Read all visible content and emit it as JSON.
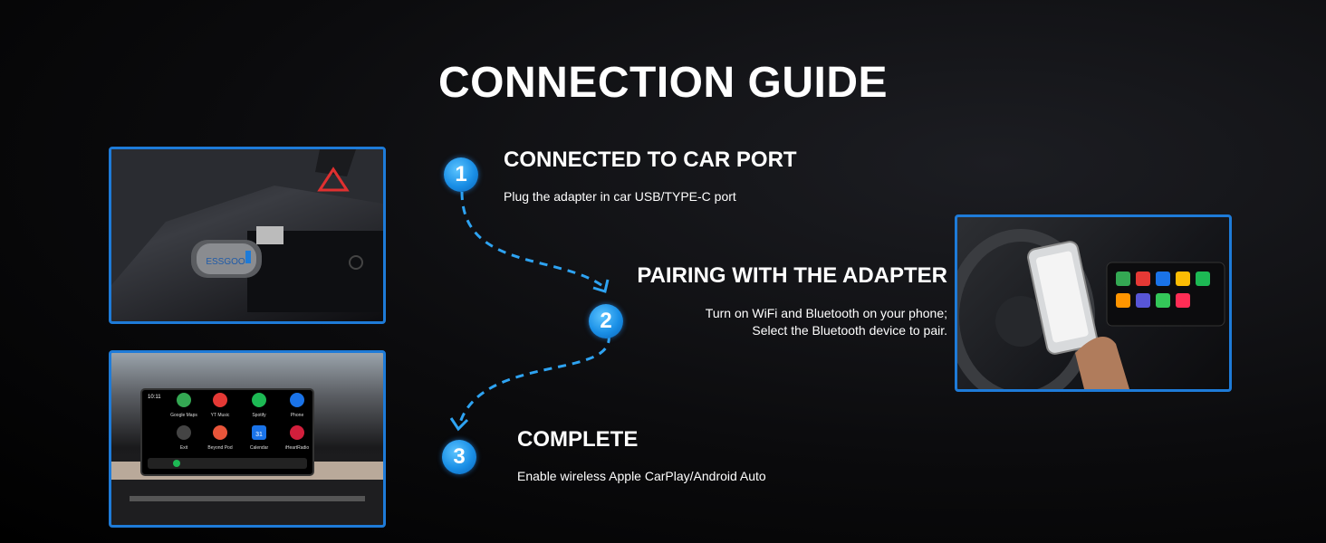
{
  "title": "CONNECTION GUIDE",
  "steps": [
    {
      "number": "1",
      "title": "CONNECTED TO CAR PORT",
      "desc": [
        "Plug the adapter in car USB/TYPE-C port"
      ]
    },
    {
      "number": "2",
      "title": "PAIRING WITH THE ADAPTER",
      "desc": [
        "Turn on WiFi and Bluetooth on your phone;",
        "Select the Bluetooth device to pair."
      ]
    },
    {
      "number": "3",
      "title": "COMPLETE",
      "desc": [
        "Enable wireless Apple CarPlay/Android Auto"
      ]
    }
  ],
  "usb_photo": {
    "brand": "ESSGOO"
  },
  "dash_screen": {
    "time": "10:11",
    "apps": [
      "Google Maps",
      "YT Music",
      "Spotify",
      "Phone",
      "Exit",
      "Beyond Pod",
      "Calendar",
      "iHeartRadio"
    ],
    "calendar_day": "31"
  },
  "colors": {
    "accent": "#1e7bd8",
    "dash_line": "#2ea3f2"
  }
}
